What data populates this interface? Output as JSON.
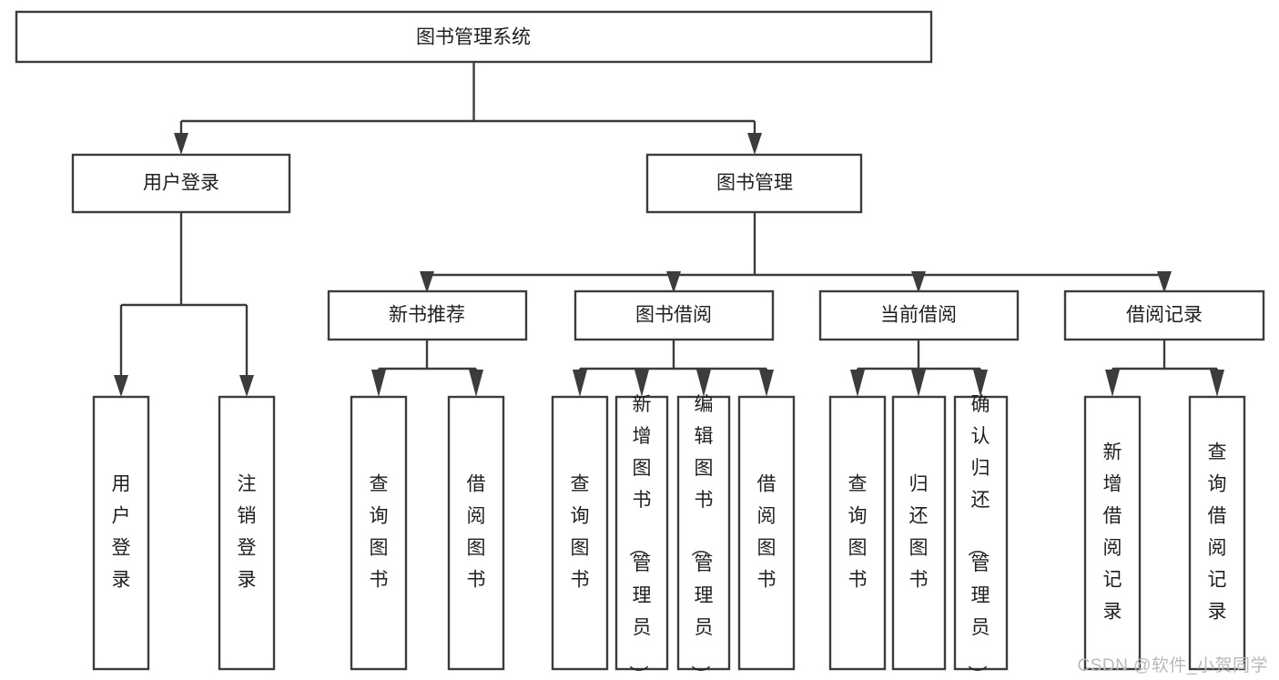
{
  "diagram": {
    "title": "图书管理系统",
    "type": "hierarchy-tree",
    "watermark": "CSDN @软件_小贺同学",
    "root": {
      "id": "root",
      "label": "图书管理系统"
    },
    "level2": [
      {
        "id": "user-login",
        "label": "用户登录"
      },
      {
        "id": "book-manage",
        "label": "图书管理"
      }
    ],
    "level3": [
      {
        "id": "new-book-recommend",
        "label": "新书推荐"
      },
      {
        "id": "book-borrow",
        "label": "图书借阅"
      },
      {
        "id": "current-borrow",
        "label": "当前借阅"
      },
      {
        "id": "borrow-record",
        "label": "借阅记录"
      }
    ],
    "leaves": {
      "user_login": [
        {
          "id": "leaf-user-login",
          "label": "用户登录"
        },
        {
          "id": "leaf-logout-login",
          "label": "注销登录"
        }
      ],
      "new_book_recommend": [
        {
          "id": "leaf-query-book-1",
          "label": "查询图书"
        },
        {
          "id": "leaf-borrow-book-1",
          "label": "借阅图书"
        }
      ],
      "book_borrow": [
        {
          "id": "leaf-query-book-2",
          "label": "查询图书"
        },
        {
          "id": "leaf-add-book",
          "label": "新增图书（管理员）"
        },
        {
          "id": "leaf-edit-book",
          "label": "编辑图书（管理员）"
        },
        {
          "id": "leaf-borrow-book-2",
          "label": "借阅图书"
        }
      ],
      "current_borrow": [
        {
          "id": "leaf-query-book-3",
          "label": "查询图书"
        },
        {
          "id": "leaf-return-book",
          "label": "归还图书"
        },
        {
          "id": "leaf-confirm-return",
          "label": "确认归还（管理员）"
        }
      ],
      "borrow_record": [
        {
          "id": "leaf-add-record",
          "label": "新增借阅记录"
        },
        {
          "id": "leaf-query-record",
          "label": "查询借阅记录"
        }
      ]
    },
    "colors": {
      "stroke": "#3c3c3c",
      "fill": "#ffffff",
      "text": "#1f1f1f",
      "watermark": "#b9b9b9"
    }
  }
}
